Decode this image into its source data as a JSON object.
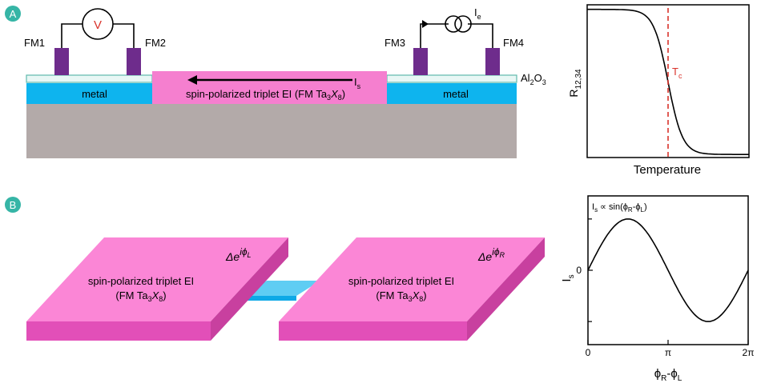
{
  "panel_a": {
    "badge": "A",
    "voltmeter_symbol": "V",
    "fm1": "FM1",
    "fm2": "FM2",
    "fm3": "FM3",
    "fm4": "FM4",
    "current_e_main": "I",
    "current_e_sub": "e",
    "current_s_main": "I",
    "current_s_sub": "s",
    "oxide_pre": "Al",
    "oxide_sub1": "2",
    "oxide_mid": "O",
    "oxide_sub2": "3",
    "metal_left": "metal",
    "metal_right": "metal",
    "center_pre": "spin-polarized triplet EI (FM Ta",
    "center_sub1": "3",
    "center_x": "X",
    "center_sub2": "8",
    "center_post": ")"
  },
  "panel_b": {
    "badge": "B",
    "slab_left_line1": "spin-polarized triplet EI",
    "slab_left_line2_pre": "(FM Ta",
    "slab_left_line2_sub1": "3",
    "slab_left_line2_x": "X",
    "slab_left_line2_sub2": "8",
    "slab_left_line2_post": ")",
    "slab_right_line1": "spin-polarized triplet EI",
    "slab_right_line2_pre": "(FM Ta",
    "slab_right_line2_sub1": "3",
    "slab_right_line2_x": "X",
    "slab_right_line2_sub2": "8",
    "slab_right_line2_post": ")",
    "gap_left_main": "Δe",
    "gap_left_sup": "iϕ",
    "gap_left_sub": "L",
    "gap_right_main": "Δe",
    "gap_right_sup": "iϕ",
    "gap_right_sub": "R"
  },
  "colors": {
    "pink": "#f57fcf",
    "pink_top": "#fb86d6",
    "pink_front": "#e24fb8",
    "pink_side": "#c8409f",
    "metal_blue": "#0eb4ee",
    "substrate_grey": "#b3aaa9",
    "electrode_purple": "#6e2c8c",
    "oxide_fill": "#e8f7f5",
    "oxide_stroke": "#5fb9ac",
    "tc_red": "#d9332b",
    "badge_teal": "#36b5a6"
  },
  "chart_data": [
    {
      "type": "line",
      "xlabel": "Temperature",
      "ylabel_main": "R",
      "ylabel_sub": "12,34",
      "annotation_main": "T",
      "annotation_sub": "c",
      "tc_x": 0.5,
      "x": [
        0.0,
        0.25,
        0.35,
        0.4,
        0.45,
        0.5,
        0.55,
        0.6,
        0.65,
        0.75,
        1.0
      ],
      "y": [
        0.97,
        0.95,
        0.9,
        0.83,
        0.7,
        0.5,
        0.28,
        0.13,
        0.06,
        0.02,
        0.02
      ],
      "xlim": [
        0,
        1
      ],
      "ylim": [
        0,
        1
      ]
    },
    {
      "type": "line",
      "title_pre": "I",
      "title_sub1": "s",
      "title_mid": " ∝ sin(ϕ",
      "title_sub2": "R",
      "title_dash": "-ϕ",
      "title_sub3": "L",
      "title_post": ")",
      "xlabel_pre": "ϕ",
      "xlabel_sub1": "R",
      "xlabel_dash": "-ϕ",
      "xlabel_sub2": "L",
      "ylabel_main": "I",
      "ylabel_sub": "s",
      "xticks": [
        "0",
        "π",
        "2π"
      ],
      "xtick_values": [
        0,
        3.14159,
        6.28318
      ],
      "yticks": [
        "0"
      ],
      "ytick_values": [
        0
      ],
      "function": "sin",
      "xlim": [
        0,
        6.28318
      ],
      "ylim": [
        -1.45,
        1.45
      ]
    }
  ]
}
